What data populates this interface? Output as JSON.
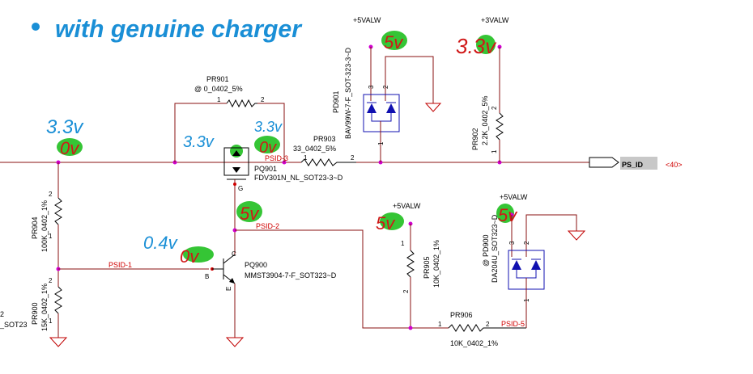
{
  "heading": {
    "bullet_color": "#1a8fd6",
    "text": "with genuine charger"
  },
  "rails": {
    "pd901": "+5VALW",
    "pr902": "+3VALW",
    "pr905": "+5VALW",
    "pd900": "+5VALW"
  },
  "components": {
    "pr901": {
      "ref": "PR901",
      "value": "@ 0_0402_5%",
      "pin1": "1",
      "pin2": "2"
    },
    "pq901": {
      "ref": "PQ901",
      "value": "FDV301N_NL_SOT23-3~D",
      "gate": "G"
    },
    "pr903": {
      "ref": "PR903",
      "value": "33_0402_5%",
      "pin1": "1",
      "pin2": "2"
    },
    "pd901": {
      "ref": "PD901",
      "value": "BAV99W-7-F_SOT-323-3~D",
      "pin3": "3",
      "pin2": "2",
      "pin1": "1"
    },
    "pr902": {
      "ref": "PR902",
      "value": "2.2K_0402_5%",
      "pin2": "2",
      "pin1": "1"
    },
    "pr904": {
      "ref": "PR904",
      "value": "100K_0402_1%",
      "pin2": "2",
      "pin1": "1"
    },
    "pr900": {
      "ref": "PR900",
      "value": "15K_0402_1%",
      "pin2": "2",
      "pin1": "1"
    },
    "pq900": {
      "ref": "PQ900",
      "value": "MMST3904-7-F_SOT323~D",
      "b": "B",
      "c": "C",
      "e": "E"
    },
    "pr905": {
      "ref": "PR905",
      "value": "10K_0402_1%",
      "pin1": "1",
      "pin2": "2"
    },
    "pd900": {
      "ref": "PD900",
      "prefix": "@",
      "value": "DA204U_SOT323~D",
      "pin3": "3",
      "pin2": "2",
      "pin1": "1"
    },
    "pr906": {
      "ref": "PR906",
      "value": "10K_0402_1%",
      "pin1": "1",
      "pin2": "2"
    }
  },
  "nets": {
    "psid1": "PSID-1",
    "psid2": "PSID-2",
    "psid3": "PSID-3",
    "psid5": "PSID-5"
  },
  "port": {
    "name": "PS_ID",
    "page_ref": "<40>"
  },
  "left_cut": {
    "line1": "2",
    "line2": "_SOT23"
  },
  "annotations": {
    "left_node_top": "3.3v",
    "left_node_bottom": "0v",
    "gate_top": "3.3v",
    "source_top": "3.3v",
    "source_bottom": "0v",
    "collector": "5v",
    "base_top": "0.4v",
    "base_bottom": "0v",
    "pd901_top": "5v",
    "pr902_top": "3.3v",
    "pr905_top": "5v",
    "pd900_top": "5v"
  },
  "colors": {
    "handwriting_blue": "#1a8fd6",
    "handwriting_red": "#d01818",
    "highlight_green": "#35c535",
    "net_label": "#d00000",
    "wire": "#8a1010",
    "diode_box": "#1010b0"
  }
}
